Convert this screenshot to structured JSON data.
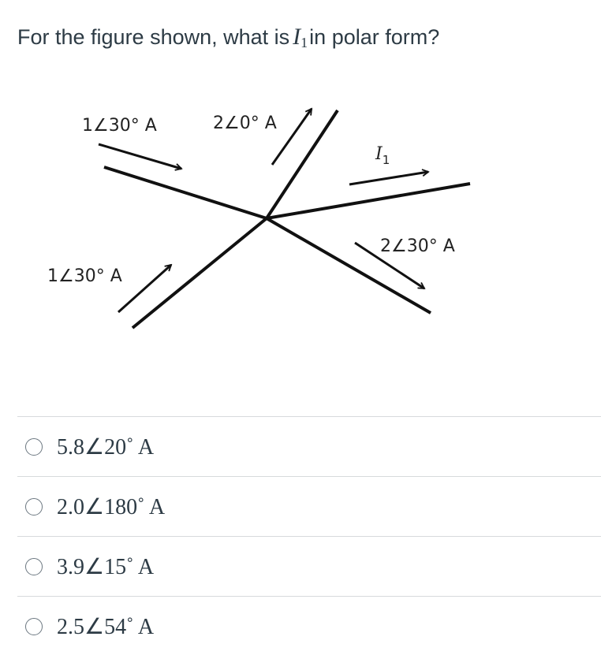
{
  "question": {
    "prefix": "For the figure shown, what is",
    "variable": "I",
    "variable_subscript": "1",
    "suffix": "in polar form?"
  },
  "figure": {
    "labels": {
      "top_left_current": "1∠30° A",
      "top_center_current": "2∠0° A",
      "right_output_current_symbol": "I",
      "right_output_current_subscript": "1",
      "bottom_right_current": "2∠30° A",
      "bottom_left_current": "1∠30° A"
    }
  },
  "options": [
    {
      "label": "5.8∠20˚ A"
    },
    {
      "label": "2.0∠180˚ A"
    },
    {
      "label": "3.9∠15˚ A"
    },
    {
      "label": "2.5∠54˚ A"
    }
  ]
}
